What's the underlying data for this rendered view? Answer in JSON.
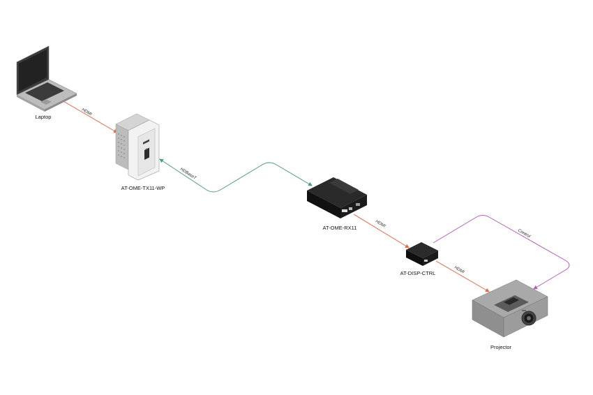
{
  "colors": {
    "hdmi": "#e06a4a",
    "hdbaset": "#4f9a86",
    "control": "#b45fb7"
  },
  "devices": {
    "laptop": "Laptop",
    "wallplate": "AT-OME-TX11-WP",
    "receiver": "AT-OME-RX11",
    "controller": "AT-DISP-CTRL",
    "projector": "Projector"
  },
  "cables": {
    "laptop_to_wallplate": "HDMI",
    "wallplate_to_receiver": "HDBaseT",
    "receiver_to_controller": "HDMI",
    "controller_to_projector": "HDMI",
    "control_line": "Control"
  }
}
